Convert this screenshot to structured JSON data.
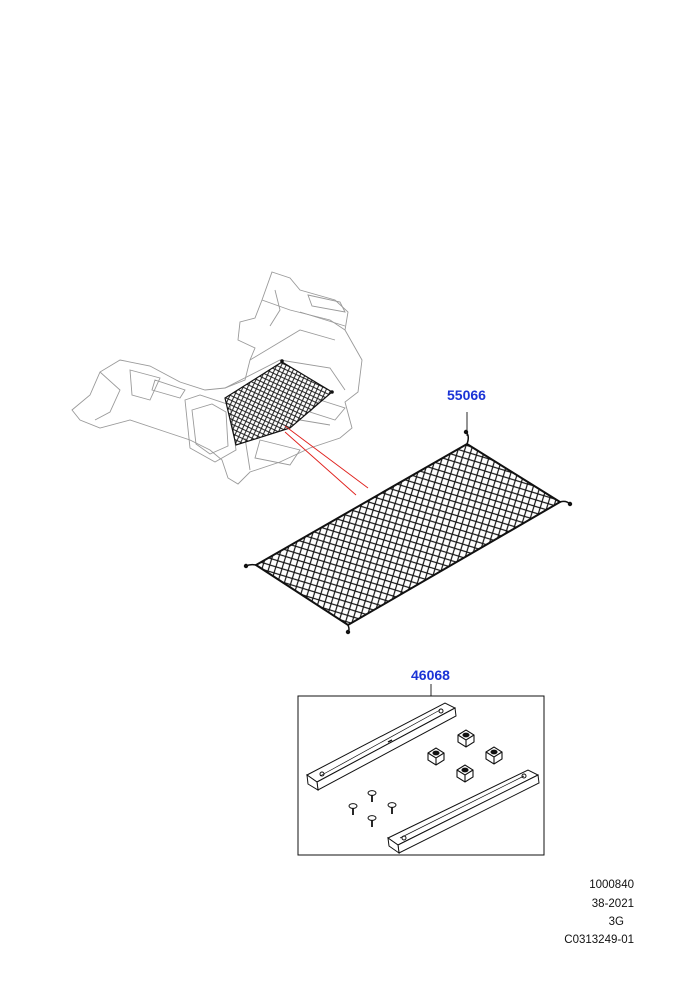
{
  "callouts": {
    "net": "55066",
    "kit": "46068"
  },
  "footer": {
    "line1": "1000840",
    "line2": "38-2021",
    "line3": "3G",
    "line4": "C0313249-01"
  },
  "colors": {
    "callout": "#1a33d6",
    "leader_line": "#e0201c",
    "line_art": "#222222",
    "ghost_art": "#9a9a9a"
  },
  "icons": {
    "vehicle": "cargo-area-outline",
    "net": "cargo-net",
    "kit": "rail-and-fastener-kit"
  }
}
